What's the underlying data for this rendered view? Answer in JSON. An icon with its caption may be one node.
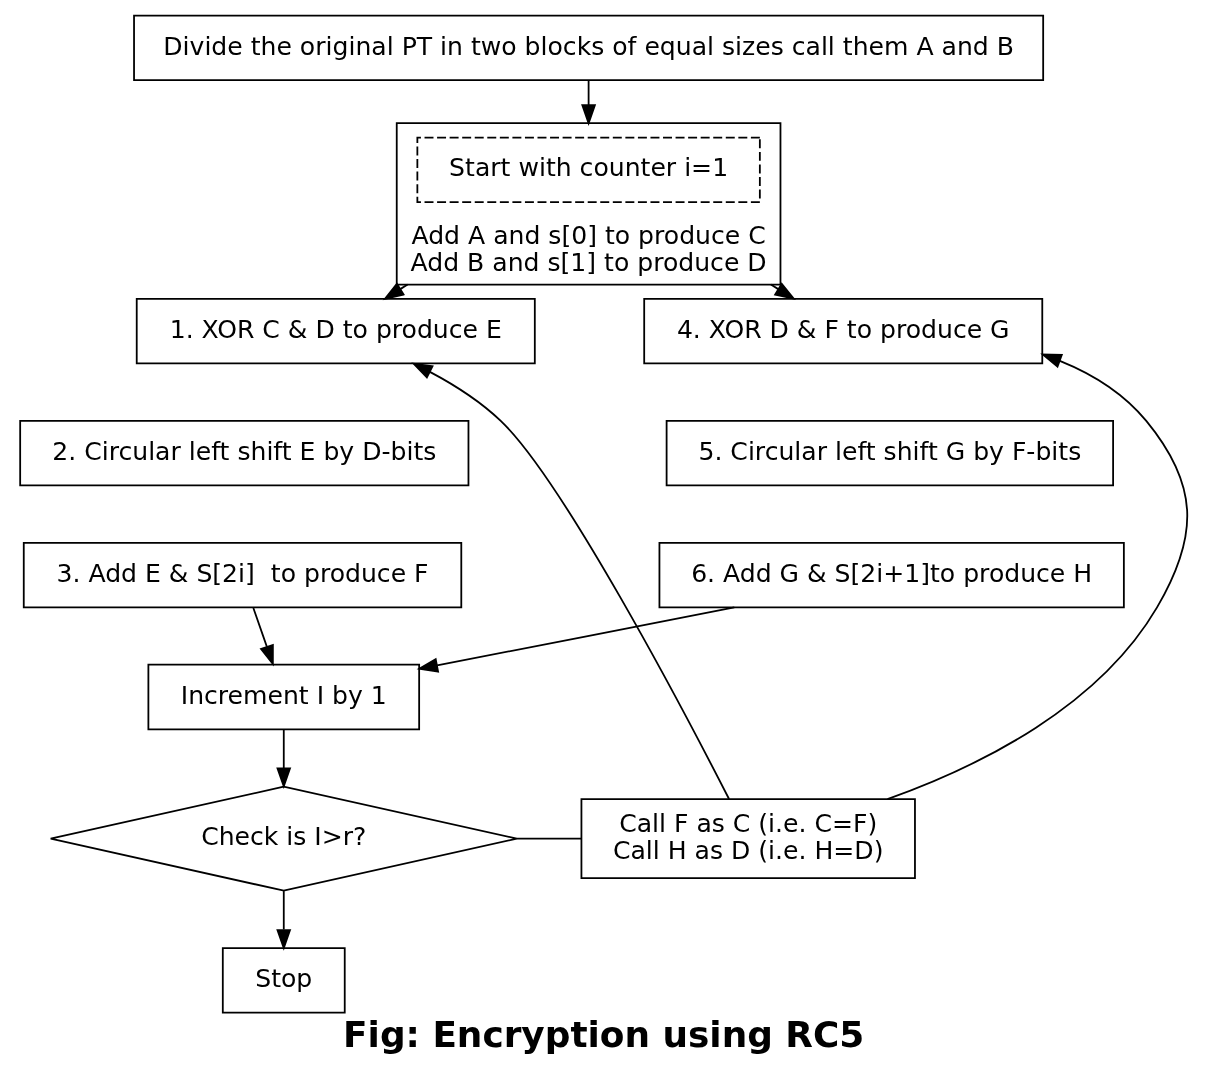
{
  "diagram": {
    "caption": "Fig: Encryption using RC5",
    "nodes": [
      {
        "text": [
          "Divide the original PT in two blocks of equal sizes call them A and B"
        ]
      },
      {
        "text": [
          "Add A and s[0] to produce C",
          "Add B and s[1] to produce D"
        ]
      },
      {
        "text": [
          "Start with counter i=1"
        ],
        "in": 1
      },
      {
        "text": [
          "1. XOR C & D to produce E"
        ]
      },
      {
        "text": [
          "2. Circular left shift E by D-bits"
        ]
      },
      {
        "text": [
          "3. Add E & S[2i]  to produce F"
        ]
      },
      {
        "text": [
          "4. XOR D & F to produce G"
        ]
      },
      {
        "text": [
          "5. Circular left shift G by F-bits"
        ]
      },
      {
        "text": [
          "6. Add G & S[2i+1]to produce H"
        ]
      },
      {
        "text": [
          "Increment I by 1"
        ]
      },
      {
        "text": [
          "Check is I>r?"
        ]
      },
      {
        "text": [
          "Call F as C (i.e. C=F)",
          "Call H as D (i.e. H=D)"
        ]
      },
      {
        "text": [
          "Stop"
        ]
      }
    ],
    "edges": [
      {
        "from": 0,
        "to": 1,
        "arrow": "to"
      },
      {
        "from": 1,
        "to": 3,
        "arrow": "to"
      },
      {
        "from": 1,
        "to": 6,
        "arrow": "to"
      },
      {
        "from": 5,
        "to": 9,
        "arrow": "to"
      },
      {
        "from": 8,
        "to": 9,
        "arrow": "to"
      },
      {
        "from": 9,
        "to": 10,
        "arrow": "to"
      },
      {
        "from": 10,
        "to": 11,
        "arrow": "none"
      },
      {
        "from": 11,
        "to": 3,
        "arrow": "to"
      },
      {
        "from": 11,
        "to": 6,
        "arrow": "to"
      },
      {
        "from": 10,
        "to": 12,
        "arrow": "to"
      }
    ]
  }
}
